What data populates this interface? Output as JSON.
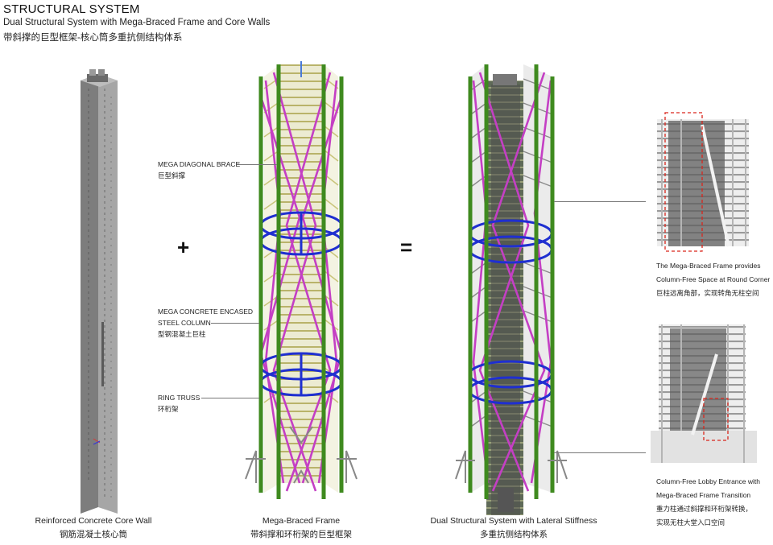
{
  "header": {
    "title": "STRUCTURAL SYSTEM",
    "subtitle_en": "Dual Structural System with Mega-Braced Frame and Core Walls",
    "subtitle_zh": "带斜撑的巨型框架-核心筒多重抗侧结构体系"
  },
  "operators": {
    "plus": "+",
    "equals": "="
  },
  "captions": [
    {
      "en": "Reinforced Concrete Core Wall",
      "zh": "钢筋混凝土核心筒"
    },
    {
      "en": "Mega-Braced Frame",
      "zh": "带斜撑和环桁架的巨型框架"
    },
    {
      "en": "Dual Structural System with Lateral Stiffness",
      "zh": "多重抗侧结构体系"
    }
  ],
  "labels": {
    "diagonal_brace": {
      "en": "MEGA DIAGONAL BRACE",
      "zh": "巨型斜撑"
    },
    "column": {
      "en1": "MEGA CONCRETE ENCASED",
      "en2": "STEEL COLUMN",
      "zh": "型钢混凝土巨柱"
    },
    "ring_truss": {
      "en": "RING TRUSS",
      "zh": "环桁架"
    }
  },
  "notes": [
    {
      "en1": "The Mega-Braced Frame provides",
      "en2": "Column-Free Space at Round Corner",
      "zh": "巨柱远离角部，实现转角无柱空间"
    },
    {
      "en1": "Column-Free Lobby Entrance with",
      "en2": "Mega-Braced Frame Transition",
      "zh1": "重力柱通过斜撑和环桁架转换，",
      "zh2": "实现无柱大堂入口空间"
    }
  ],
  "colors": {
    "core": "#8a8a8a",
    "column": "#3f8a1f",
    "brace": "#c43fc4",
    "ring_truss": "#1f2fd0",
    "floor": "#c9c47a",
    "callout_box": "#d9261c"
  }
}
